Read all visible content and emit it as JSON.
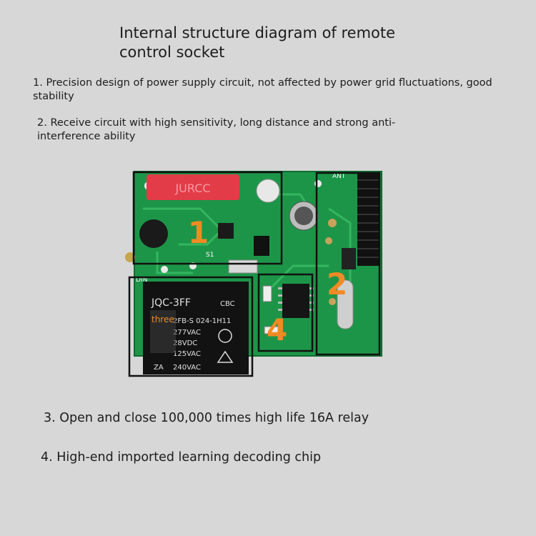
{
  "title": "Internal structure diagram of remote control socket",
  "features": [
    "1. Precision design of power supply circuit, not affected by power grid fluctuations, good stability",
    "2. Receive circuit with high sensitivity, long distance and strong anti-interference ability",
    "3. Open and close 100,000 times high life 16A relay",
    "4. High-end imported learning decoding chip"
  ],
  "callouts": {
    "one": "1",
    "two": "2",
    "three": "three",
    "four": "4"
  },
  "board_text": {
    "fuse": "JURCC",
    "ant": "ANT",
    "s1": "S1",
    "din": "DIN",
    "relay_model": "JQC-3FF",
    "relay_brand": "CBC",
    "relay_part": "2FB-S 024-1H11",
    "relay_r1": "277VAC",
    "relay_r2": "28VDC",
    "relay_r3": "125VAC",
    "relay_r4": "240VAC",
    "relay_amp": "ZA"
  },
  "colors": {
    "background": "#d7d7d7",
    "pcb": "#1f9a4a",
    "callout": "#f08a24",
    "frame": "#111111"
  }
}
